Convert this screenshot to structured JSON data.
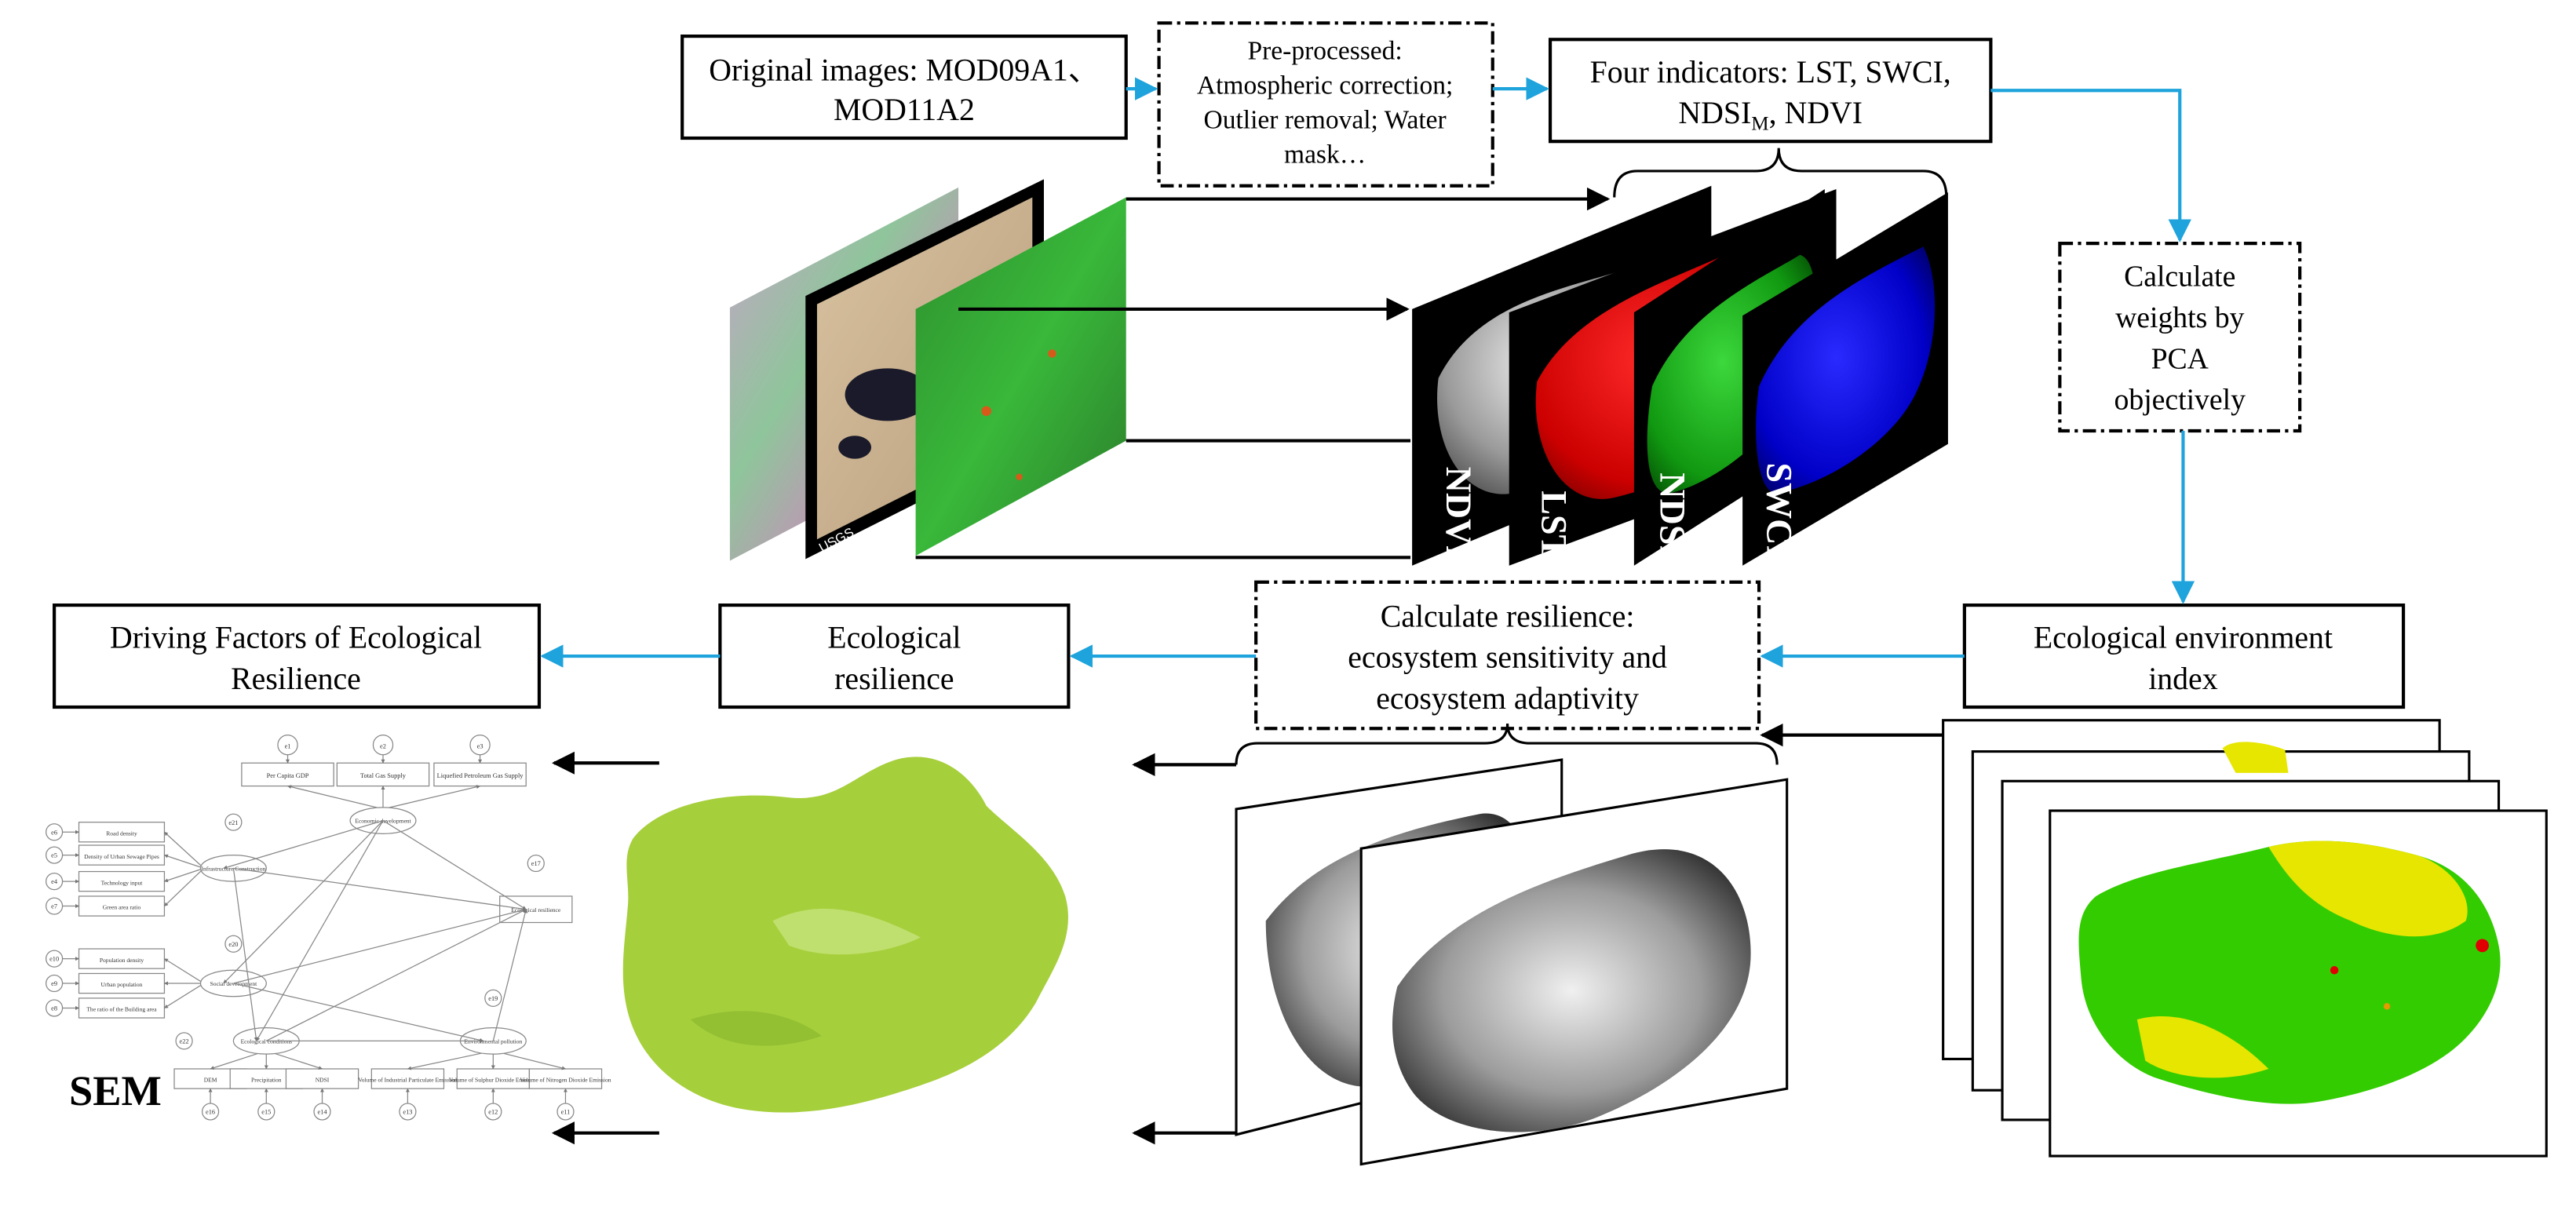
{
  "boxes": {
    "original_line1": "Original images: MOD09A1、",
    "original_line2": "MOD11A2",
    "preprocessed_line1": "Pre-processed:",
    "preprocessed_line2": "Atmospheric correction;",
    "preprocessed_line3": "Outlier removal; Water",
    "preprocessed_line4": "mask…",
    "four_line1": "Four indicators:  LST, SWCI,",
    "four_line2_a": "NDSI",
    "four_line2_sub": "M",
    "four_line2_b": ", NDVI",
    "weights_line1": "Calculate",
    "weights_line2": "weights by",
    "weights_line3": "PCA",
    "weights_line4": "objectively",
    "eei_line1": "Ecological environment",
    "eei_line2": "index",
    "resilience_calc_line1": "Calculate resilience:",
    "resilience_calc_line2": "ecosystem sensitivity and",
    "resilience_calc_line3": "ecosystem adaptivity",
    "eco_res_line1": "Ecological",
    "eco_res_line2": "resilience",
    "driving_line1": "Driving Factors of Ecological",
    "driving_line2": "Resilience"
  },
  "indicator_layers": [
    {
      "label": "NDVI",
      "color": "#bdbdbd"
    },
    {
      "label": "LST",
      "color": "#e00000"
    },
    {
      "label": "NDSI",
      "color": "#00b000"
    },
    {
      "label": "SWCI",
      "color": "#0000dd"
    }
  ],
  "usgs_label": "USGS",
  "sem": {
    "label": "SEM",
    "latent": [
      "Economic development",
      "Infrastructure Construction",
      "Social development",
      "Ecological conditions",
      "Environmental pollution",
      "Ecological resilience"
    ],
    "top_observed": [
      "Per Capita GDP",
      "Total Gas Supply",
      "Liquefied Petroleum Gas Supply"
    ],
    "left_observed": [
      "Road density",
      "Density of Urban Sewage Pipes",
      "Technology input",
      "Green area ratio",
      "Population density",
      "Urban population",
      "The ratio of the Building area"
    ],
    "bottom_observed": [
      "DEM",
      "Precipitation",
      "NDSI",
      "Volume of Industrial Particulate Emission",
      "Volume of Sulphur Dioxide Emission",
      "Volume of Nitrogen Dioxide Emission"
    ],
    "top_errors": [
      "e1",
      "e2",
      "e3"
    ],
    "left_errors": [
      "e6",
      "e5",
      "e4",
      "e7",
      "e10",
      "e9",
      "e8"
    ],
    "bottom_errors": [
      "e16",
      "e15",
      "e14",
      "e13",
      "e12",
      "e11"
    ],
    "latent_errors": [
      "e21",
      "e20",
      "e22",
      "e19",
      "e17"
    ]
  },
  "colors": {
    "accent_arrow": "#1ea3dc",
    "black_arrow": "#000000",
    "resilience_green": "#a6cf3c",
    "eei_green": "#33cc00",
    "eei_yellow": "#e6e600"
  }
}
